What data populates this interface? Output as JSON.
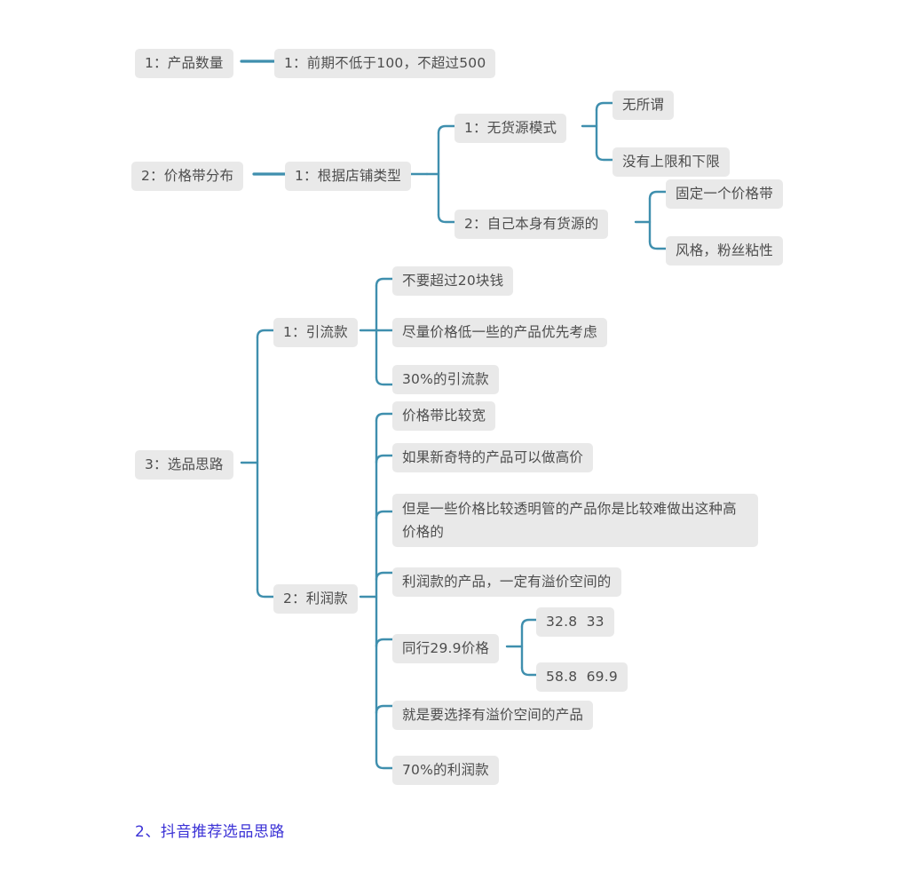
{
  "page": {
    "background_color": "#ffffff",
    "node_background_color": "#e9e9e9",
    "node_text_color": "#4d4d4d",
    "connector_color": "#3f8fae",
    "heading_color": "#3b32d6"
  },
  "heading": {
    "text": "2、抖音推荐选品思路"
  },
  "mindmap": {
    "branches": [
      {
        "root": "1：产品数量",
        "children": [
          {
            "label": "1：前期不低于100，不超过500",
            "children": []
          }
        ]
      },
      {
        "root": "2：价格带分布",
        "children": [
          {
            "label": "1：根据店铺类型",
            "children": [
              {
                "label": "1：无货源模式",
                "children": [
                  {
                    "label": "无所谓"
                  },
                  {
                    "label": "没有上限和下限"
                  }
                ]
              },
              {
                "label": "2：自己本身有货源的",
                "children": [
                  {
                    "label": "固定一个价格带"
                  },
                  {
                    "label": "风格，粉丝粘性"
                  }
                ]
              }
            ]
          }
        ]
      },
      {
        "root": "3：选品思路",
        "children": [
          {
            "label": "1：引流款",
            "children": [
              {
                "label": "不要超过20块钱"
              },
              {
                "label": "尽量价格低一些的产品优先考虑"
              },
              {
                "label": "30%的引流款"
              }
            ]
          },
          {
            "label": "2：利润款",
            "children": [
              {
                "label": "价格带比较宽"
              },
              {
                "label": "如果新奇特的产品可以做高价"
              },
              {
                "label": "但是一些价格比较透明管的产品你是比较难做出这种高价格的"
              },
              {
                "label": "利润款的产品，一定有溢价空间的"
              },
              {
                "label": "同行29.9价格",
                "children": [
                  {
                    "label": "32.8  33"
                  },
                  {
                    "label": "58.8  69.9"
                  }
                ]
              },
              {
                "label": "就是要选择有溢价空间的产品"
              },
              {
                "label": "70%的利润款"
              }
            ]
          }
        ]
      }
    ]
  },
  "nodes": {
    "b1_root": "1：产品数量",
    "b1_c1": "1：前期不低于100，不超过500",
    "b2_root": "2：价格带分布",
    "b2_c1": "1：根据店铺类型",
    "b2_c1_s1": "1：无货源模式",
    "b2_c1_s1_l1": "无所谓",
    "b2_c1_s1_l2": "没有上限和下限",
    "b2_c1_s2": "2：自己本身有货源的",
    "b2_c1_s2_l1": "固定一个价格带",
    "b2_c1_s2_l2": "风格，粉丝粘性",
    "b3_root": "3：选品思路",
    "b3_c1": "1：引流款",
    "b3_c1_l1": "不要超过20块钱",
    "b3_c1_l2": "尽量价格低一些的产品优先考虑",
    "b3_c1_l3": "30%的引流款",
    "b3_c2": "2：利润款",
    "b3_c2_l1": "价格带比较宽",
    "b3_c2_l2": "如果新奇特的产品可以做高价",
    "b3_c2_l3": "但是一些价格比较透明管的产品你是比较难做出这种高价格的",
    "b3_c2_l4": "利润款的产品，一定有溢价空间的",
    "b3_c2_l5": "同行29.9价格",
    "b3_c2_l5_s1": "32.8  33",
    "b3_c2_l5_s2": "58.8  69.9",
    "b3_c2_l6": "就是要选择有溢价空间的产品",
    "b3_c2_l7": "70%的利润款"
  }
}
